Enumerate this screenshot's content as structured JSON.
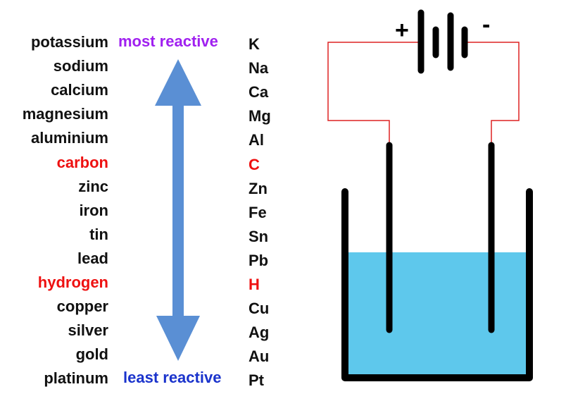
{
  "series": [
    {
      "name": "potassium",
      "symbol": "K",
      "highlight": false
    },
    {
      "name": "sodium",
      "symbol": "Na",
      "highlight": false
    },
    {
      "name": "calcium",
      "symbol": "Ca",
      "highlight": false
    },
    {
      "name": "magnesium",
      "symbol": "Mg",
      "highlight": false
    },
    {
      "name": "aluminium",
      "symbol": "Al",
      "highlight": false
    },
    {
      "name": "carbon",
      "symbol": "C",
      "highlight": true
    },
    {
      "name": "zinc",
      "symbol": "Zn",
      "highlight": false
    },
    {
      "name": "iron",
      "symbol": "Fe",
      "highlight": false
    },
    {
      "name": "tin",
      "symbol": "Sn",
      "highlight": false
    },
    {
      "name": "lead",
      "symbol": "Pb",
      "highlight": false
    },
    {
      "name": "hydrogen",
      "symbol": "H",
      "highlight": true
    },
    {
      "name": "copper",
      "symbol": "Cu",
      "highlight": false
    },
    {
      "name": "silver",
      "symbol": "Ag",
      "highlight": false
    },
    {
      "name": "gold",
      "symbol": "Au",
      "highlight": false
    },
    {
      "name": "platinum",
      "symbol": "Pt",
      "highlight": false
    }
  ],
  "labels": {
    "most_reactive": "most reactive",
    "least_reactive": "least reactive"
  },
  "battery": {
    "positive": "+",
    "negative": "-"
  },
  "colors": {
    "text": "#111111",
    "highlight": "#ee1111",
    "most_reactive": "#a020f0",
    "least_reactive": "#1a33cc",
    "arrow": "#5a8fd4",
    "wire": "#dd2222",
    "electrolyte": "#5ec8ec",
    "outline": "#000000"
  }
}
